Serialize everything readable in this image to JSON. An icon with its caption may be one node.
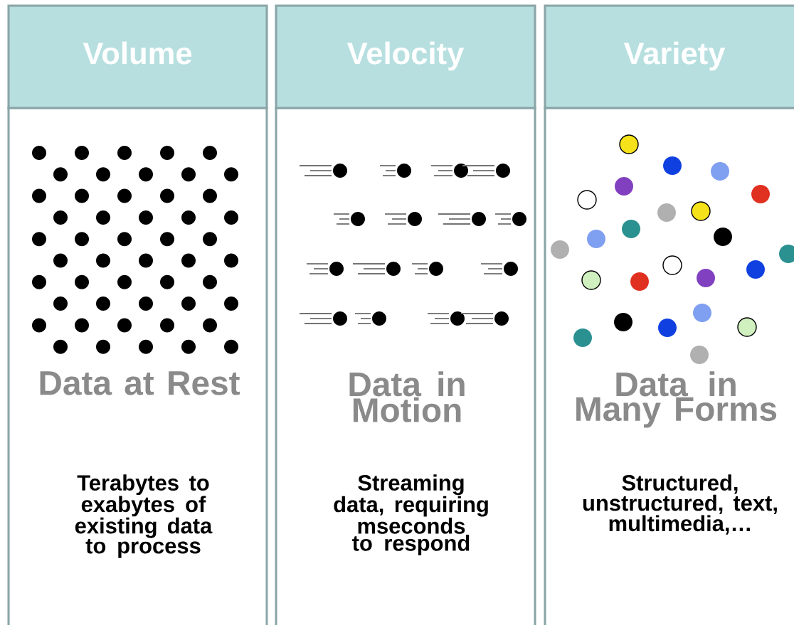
{
  "diagram": {
    "nodes": [
      {
        "text": [
          "Volume"
        ]
      },
      {
        "text": [
          "Data at Rest",
          "Terabytes to exabytes of existing data to process"
        ]
      },
      {
        "text": [
          "Velocity"
        ]
      },
      {
        "text": [
          "Data in Motion",
          "Streaming data, requiring mseconds to respond"
        ]
      },
      {
        "text": [
          "Variety"
        ]
      },
      {
        "text": [
          "Data in Many Forms",
          "Structured, unstructured, text, multimedia,…"
        ]
      }
    ]
  }
}
